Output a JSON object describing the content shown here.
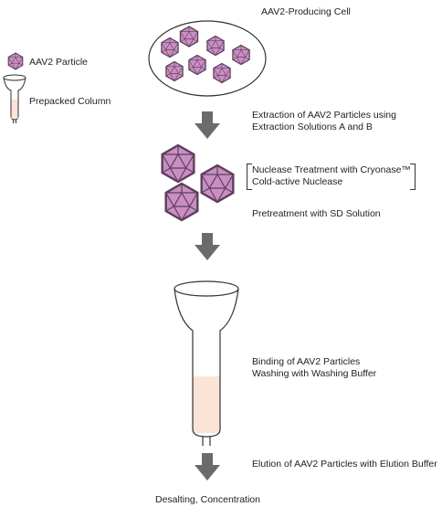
{
  "legend": {
    "particle_label": "AAV2 Particle",
    "column_label": "Prepacked Column"
  },
  "steps": {
    "cell_label": "AAV2-Producing Cell",
    "extraction_line1": "Extraction of AAV2 Particles using",
    "extraction_line2": "Extraction Solutions A and B",
    "nuclease_line1": "Nuclease Treatment with Cryonase™",
    "nuclease_line2": "Cold-active Nuclease",
    "pretreatment": "Pretreatment with SD Solution",
    "binding_line1": "Binding of AAV2 Particles",
    "binding_line2": "Washing with Washing Buffer",
    "elution": "Elution of AAV2 Particles with Elution Buffer",
    "final": "Desalting, Concentration"
  },
  "colors": {
    "particle_fill": "#c98fc3",
    "particle_edge": "#6e4a6b",
    "arrow": "#6b6b6b",
    "column_fill": "#fbe3d6",
    "outline": "#333333"
  }
}
